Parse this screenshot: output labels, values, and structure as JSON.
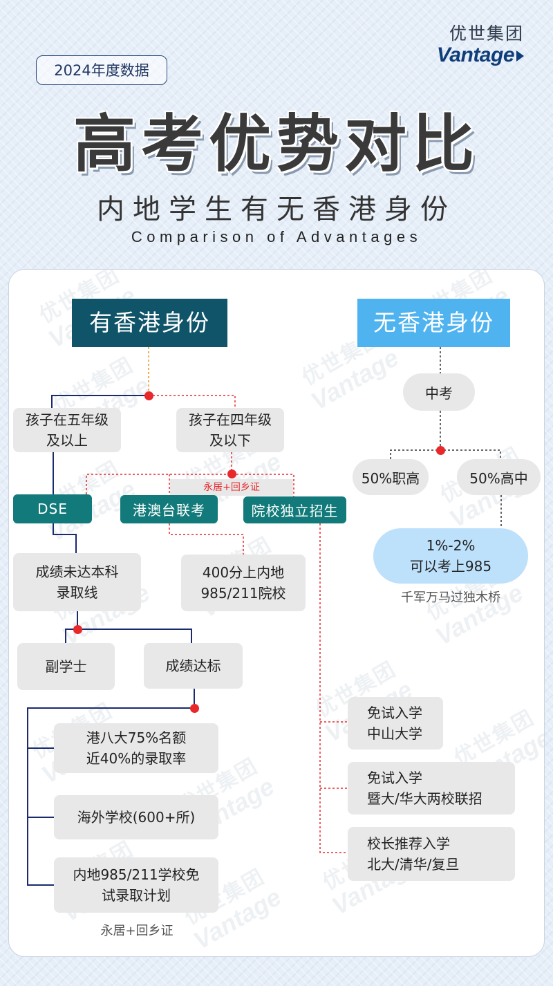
{
  "brand": {
    "name_cn": "优世集团",
    "name_en": "Vantage"
  },
  "badge": "2024年度数据",
  "title": "高考优势对比",
  "subtitle": "内地学生有无香港身份",
  "subtitle_en": "Comparison of Advantages",
  "colors": {
    "dark_teal": "#0f5468",
    "light_blue": "#4fb3ef",
    "teal": "#127a7a",
    "red": "#e8282b",
    "navy": "#1a2a6c",
    "orange": "#e69a1e"
  },
  "left": {
    "header": "有香港身份",
    "grade5": [
      "孩子在五年级",
      "及以上"
    ],
    "grade4": [
      "孩子在四年级",
      "及以下"
    ],
    "dse": "DSE",
    "hkmt": "港澳台联考",
    "indep": "院校独立招生",
    "residency_tag": "永居+回乡证",
    "score_low": [
      "成绩未达本科",
      "录取线"
    ],
    "score400": [
      "400分上内地",
      "985/211院校"
    ],
    "associate": "副学士",
    "score_ok": "成绩达标",
    "hk8": [
      "港八大75%名额",
      "近40%的录取率"
    ],
    "overseas": "海外学校(600+所)",
    "mainland_exempt": [
      "内地985/211学校免",
      "试录取计划"
    ],
    "residency_note": "永居+回乡证",
    "sysu": [
      "免试入学",
      "中山大学"
    ],
    "jinan": [
      "免试入学",
      "暨大/华大两校联招"
    ],
    "principal": [
      "校长推荐入学",
      "北大/清华/复旦"
    ]
  },
  "right": {
    "header": "无香港身份",
    "zhongkao": "中考",
    "vocational": "50%职高",
    "highschool": "50%高中",
    "rate": [
      "1%-2%",
      "可以考上985"
    ],
    "proverb": "千军万马过独木桥"
  }
}
